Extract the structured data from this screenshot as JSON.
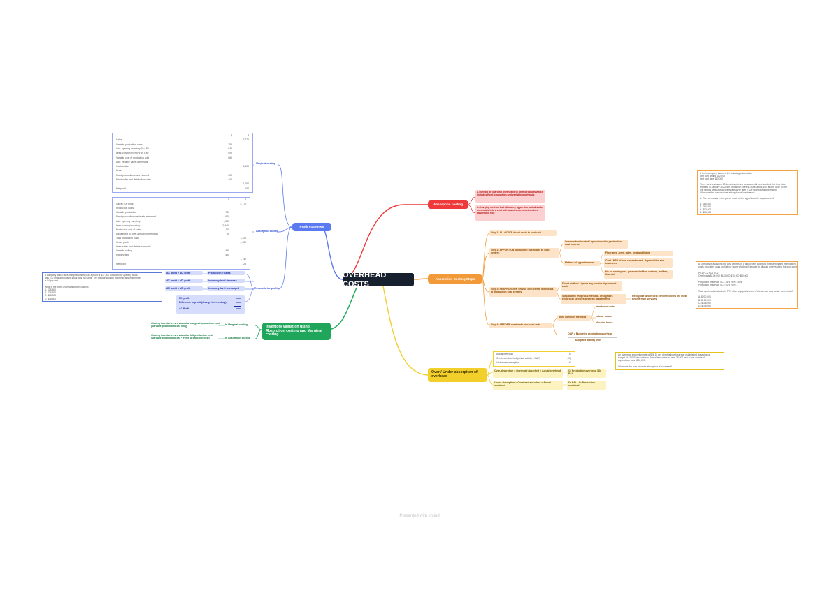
{
  "central": {
    "title": "OVERHEAD COSTS"
  },
  "colors": {
    "root": "#17202e",
    "blue": "#5b7af0",
    "red": "#ee3a3a",
    "orange": "#f29a3a",
    "yellow": "#f2cf2b",
    "green": "#1fa65a"
  },
  "blue_branch": {
    "hub": "Profit statement",
    "marginal": {
      "label": "Marginal costing",
      "rows": [
        {
          "text": "",
          "a": "$",
          "b": "$"
        },
        {
          "text": "Sales",
          "a": "",
          "b": "2,770"
        },
        {
          "text": "Variable production costs",
          "a": "750",
          "b": ""
        },
        {
          "text": "Add: opening inventory 70 x $9",
          "a": "630",
          "b": ""
        },
        {
          "text": "Less: closing inventory 80 x $9",
          "a": "(720)",
          "b": ""
        },
        {
          "text": "Variable cost of production sold",
          "a": "660",
          "b": ""
        },
        {
          "text": "Add: variable sales overheads",
          "a": "",
          "b": ""
        },
        {
          "text": "Contribution",
          "a": "",
          "b": "1,100"
        },
        {
          "text": "Less:",
          "a": "",
          "b": ""
        },
        {
          "text": "Fixed production costs incurred",
          "a": "600",
          "b": ""
        },
        {
          "text": "Fixed sales and distribution costs",
          "a": "400",
          "b": ""
        },
        {
          "text": "",
          "a": "",
          "b": "1,000"
        },
        {
          "text": "Net profit",
          "a": "",
          "b": "100"
        }
      ]
    },
    "absorption": {
      "label": "Absorption costing",
      "rows": [
        {
          "text": "",
          "a": "$",
          "b": "$"
        },
        {
          "text": "Sales (100 units)",
          "a": "",
          "b": "2,770"
        },
        {
          "text": "Production costs:",
          "a": "",
          "b": ""
        },
        {
          "text": "Variable production",
          "a": "750",
          "b": ""
        },
        {
          "text": "Fixed production overheads absorbed",
          "a": "600",
          "b": ""
        },
        {
          "text": "Add: opening inventory",
          "a": "1,200",
          "b": ""
        },
        {
          "text": "Less: closing inventory",
          "a": "(1,440)",
          "b": ""
        },
        {
          "text": "Production cost of sales",
          "a": "1,110",
          "b": ""
        },
        {
          "text": "Adjustment for over-absorbed overhead",
          "a": "10",
          "b": ""
        },
        {
          "text": "Total production costs",
          "a": "",
          "b": "1,320"
        },
        {
          "text": "Gross profit",
          "a": "",
          "b": "1,450"
        },
        {
          "text": "Less: sales and distribution costs",
          "a": "",
          "b": ""
        },
        {
          "text": "Variable selling",
          "a": "450",
          "b": ""
        },
        {
          "text": "Fixed selling",
          "a": "400",
          "b": ""
        },
        {
          "text": "",
          "a": "",
          "b": "1,740"
        },
        {
          "text": "Net profit",
          "a": "",
          "b": "125"
        }
      ]
    },
    "reconcile": {
      "label": "Reconcile the profits",
      "rows": [
        {
          "left": "AC profit > MC profit",
          "right": "Production > Sales"
        },
        {
          "left": "AC profit < MC profit",
          "right": "Inventory level decrease"
        },
        {
          "left": "AC profit = MC profit",
          "right": "Inventory level unchanged"
        }
      ],
      "calc": {
        "line1": "MC profit",
        "line2": "Difference in profit (change in inventory)",
        "line3": "AC Profit",
        "v1": "xxx",
        "v2": "xxx",
        "v3": "xxx"
      }
    },
    "question": {
      "lines": [
        "A company which uses marginal costing has a profit of $37,500 for a period. Opening stock",
        "was 100 units and closing stock was 350 units. The fixed production overhead absorption rate",
        "is $4 per unit.",
        "",
        "What is the profit under absorption costing?",
        "A. $35,500",
        "B. $36,500",
        "C. $38,500",
        "D. $38,500"
      ]
    }
  },
  "green_branch": {
    "hub": "Inventory valuation using Absorption costing and Marginal costing",
    "items": [
      {
        "desc": "Closing inventories are valued at marginal production cost (Variable production cost only)",
        "label": "In Marginal costing"
      },
      {
        "desc": "Closing inventories are valued at full production cost (Variable production cost + Fixed production cost)",
        "label": "In Absorption costing"
      }
    ]
  },
  "red_branch": {
    "hub": "Absorption costing",
    "notes": [
      "A method of charging overheads to units/products which includes fixed production and variable overheads",
      "A charging method that allocates, apportion and absorbs overheads into a cost unit based on a predetermined absorption rate"
    ],
    "question": {
      "lines": [
        "A firm's company incurred the following information:",
        "Unit cost selling     $10,000",
        "Unit cost date        $10,000",
        "",
        "There were estimated 60 departments and departmental overheads at this time also",
        "showed, in January 2023, the production were $13,000 and 4,600 labour hours in the",
        "first factory area. Actual overheads were then 2,000 spent during the month.",
        "What was the over or under absorption of overheads?",
        "",
        "A. The overheads in the period must not be apportioned in department of",
        "",
        "A. $15,500",
        "B. $14,500",
        "C. $13,600",
        "D. $13,500"
      ]
    }
  },
  "orange_branch": {
    "hub": "Absorption Costing Steps",
    "steps": [
      "Step 1: ALLOCATE direct costs to cost unit",
      "Step 2: APPORTION production overheads to cost centres",
      "Step 3: REAPPORTION service cost centre overheads to production cost centres",
      "Step 4: ABSORB overheads into cost units"
    ],
    "step2": {
      "a": "Overheads allocated / apportioned to production cost centres",
      "b": "Method of apportionment",
      "c1": "Floor area - rent, rates, heat and lights",
      "c2": "Cost / NBV of non-current asset - depreciation and insurance",
      "c3": "No. of employees - personnel office, canteen, welfare, first aid"
    },
    "step3": {
      "a": "Direct method - ignore any service department work",
      "b": "Step-down / reciprocal method - recognizes reciprocal services between departments",
      "c": "Recognize which cost centre receives the most benefit from services"
    },
    "step4": {
      "a": "Most common methods",
      "b1": "Number of units",
      "b2": "Labour hours",
      "b3": "Machine hours",
      "c": "OAR = Budgeted production overhead",
      "d": "Budgeted activity level"
    },
    "question": {
      "lines": [
        "A company is analyzing the cost centres in a factory over a period. It has estimated the following",
        "costs, machine hours and labour hours which will be used to allocate overheads to the cost centres:",
        "",
        "                     PC1       PC2       SC1       SC2",
        "Overheads            $100,000  $120,000  $70,000   $80,000",
        "",
        "Proportion of service SC1   25%    25%     -       50%",
        "Proportion of service SC2   40%    20%     -       -",
        "",
        "Total overheads included in PC1 after reapportionment of the service cost centre overheads?",
        "",
        "A. $200,000",
        "B. $160,000",
        "C. $106,000",
        "D. $148,000"
      ]
    }
  },
  "yellow_branch": {
    "hub": "Over / Under absorption of overhead",
    "calc": [
      {
        "text": "Actual overhead",
        "v": "X"
      },
      {
        "text": "Overhead absorbed (actual activity x OAR)",
        "v": "(X)"
      },
      {
        "text": "Under/over absorption",
        "v": "X"
      }
    ],
    "over": {
      "a": "Over-absorption = Overhead absorbed > Actual overhead",
      "b": "Cr Production overhead / Dr P&L"
    },
    "under": {
      "a": "Under-absorption = Overhead absorbed < Actual overhead",
      "b": "Dr P&L / Cr Production overhead"
    },
    "question": {
      "lines": [
        "An overhead absorption rate of $26.10 per direct labour hour was established, based on a",
        "budget of 31,000 labour hours. Actual labour hours were 28,500 and actual overhead",
        "expenditure was $800,000.",
        "",
        "What was the over or under absorption of overhead?"
      ]
    }
  },
  "footer": {
    "text": "Presented with xmind"
  }
}
